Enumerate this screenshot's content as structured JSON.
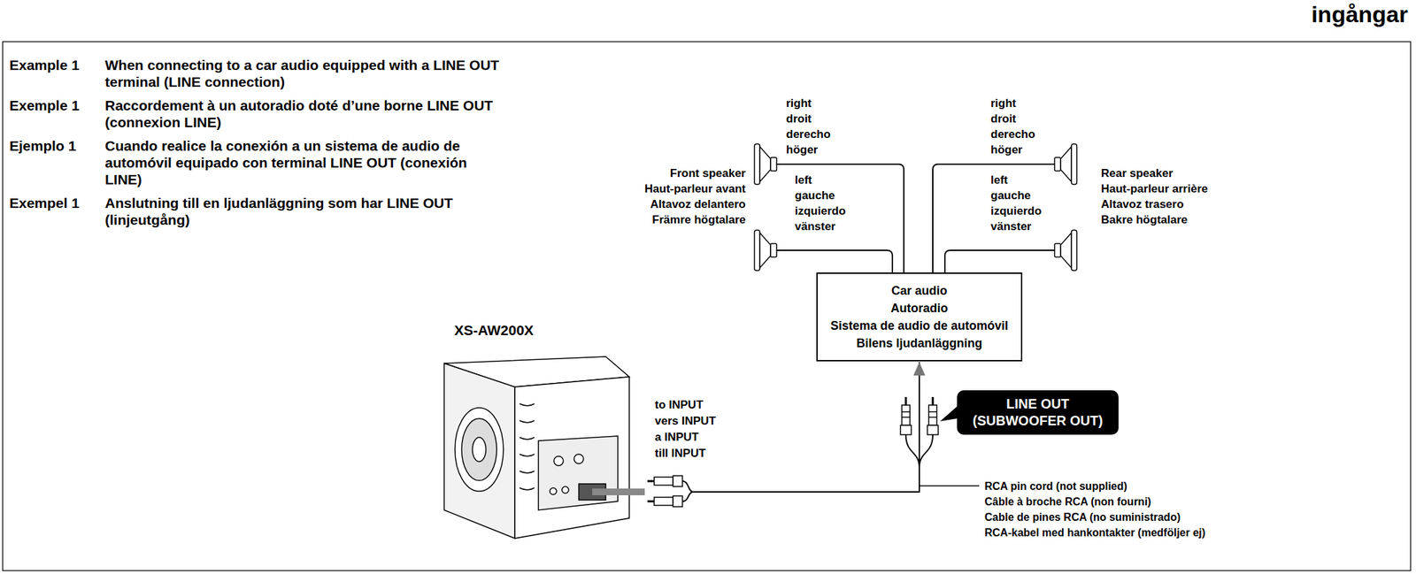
{
  "diagram": {
    "nodes": [
      {
        "text": [
          "Car audio",
          "Autoradio",
          "Sistema de audio de automóvil",
          "Bilens ljudanläggning"
        ]
      },
      {
        "text": [
          "LINE OUT (SUBWOOFER OUT)"
        ]
      },
      {
        "text": [
          "XS-AW200X"
        ]
      }
    ],
    "edges": [
      {
        "from": 2,
        "to": 0,
        "arrow": "to"
      }
    ],
    "labels": [
      "ingångar",
      "Example 1",
      "When connecting to a car audio equipped with a LINE OUT terminal (LINE connection)",
      "Exemple 1",
      "Raccordement à un autoradio doté d’une borne LINE OUT (connexion LINE)",
      "Ejemplo 1",
      "Cuando realice la conexión a un sistema de audio de automóvil equipado con terminal LINE OUT (conexión LINE)",
      "Exempel 1",
      "Anslutning till en ljudanläggning som har LINE OUT (linjeutgång)",
      "right",
      "droit",
      "derecho",
      "höger",
      "Front speaker",
      "Haut-parleur avant",
      "Altavoz delantero",
      "Främre högtalare",
      "left",
      "gauche",
      "izquierdo",
      "vänster",
      "right",
      "droit",
      "derecho",
      "höger",
      "left",
      "gauche",
      "izquierdo",
      "vänster",
      "Rear speaker",
      "Haut-parleur arrière",
      "Altavoz trasero",
      "Bakre högtalare",
      "to INPUT",
      "vers INPUT",
      "a INPUT",
      "till INPUT",
      "RCA pin cord (not supplied)",
      "Câble à broche RCA (non fourni)",
      "Cable de pines RCA (no suministrado)",
      "RCA-kabel med hankontakter (medföljer ej)"
    ]
  }
}
